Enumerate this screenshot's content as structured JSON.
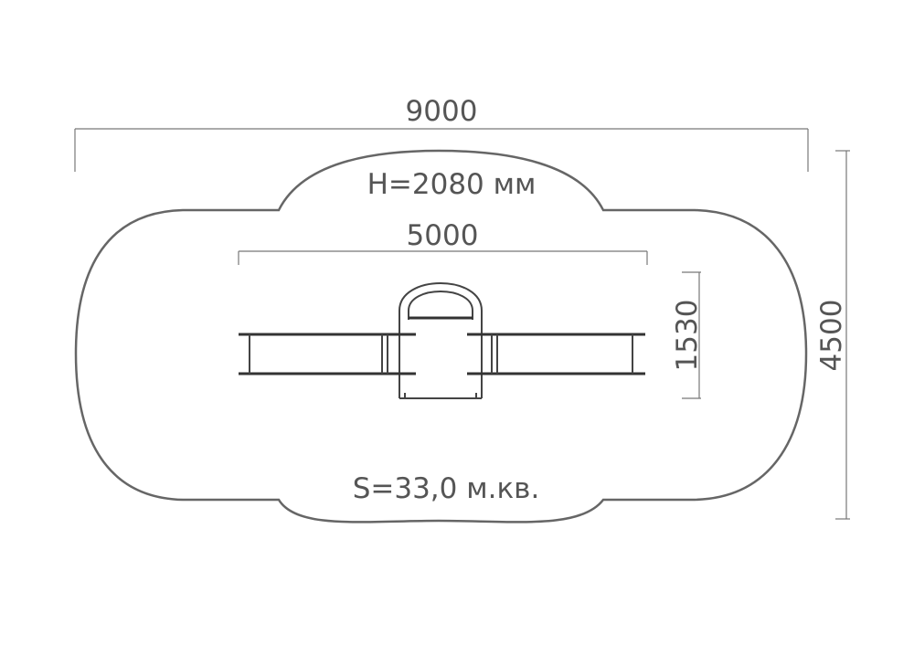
{
  "dimensions": {
    "total_length": "9000",
    "total_width": "4500",
    "equipment_length": "5000",
    "equipment_width": "1530"
  },
  "labels": {
    "height": "H=2080 мм",
    "area": "S=33,0 м.кв."
  },
  "colors": {
    "outline": "#666666",
    "dimension_line": "#777777",
    "equipment": "#444444",
    "text": "#555555"
  }
}
